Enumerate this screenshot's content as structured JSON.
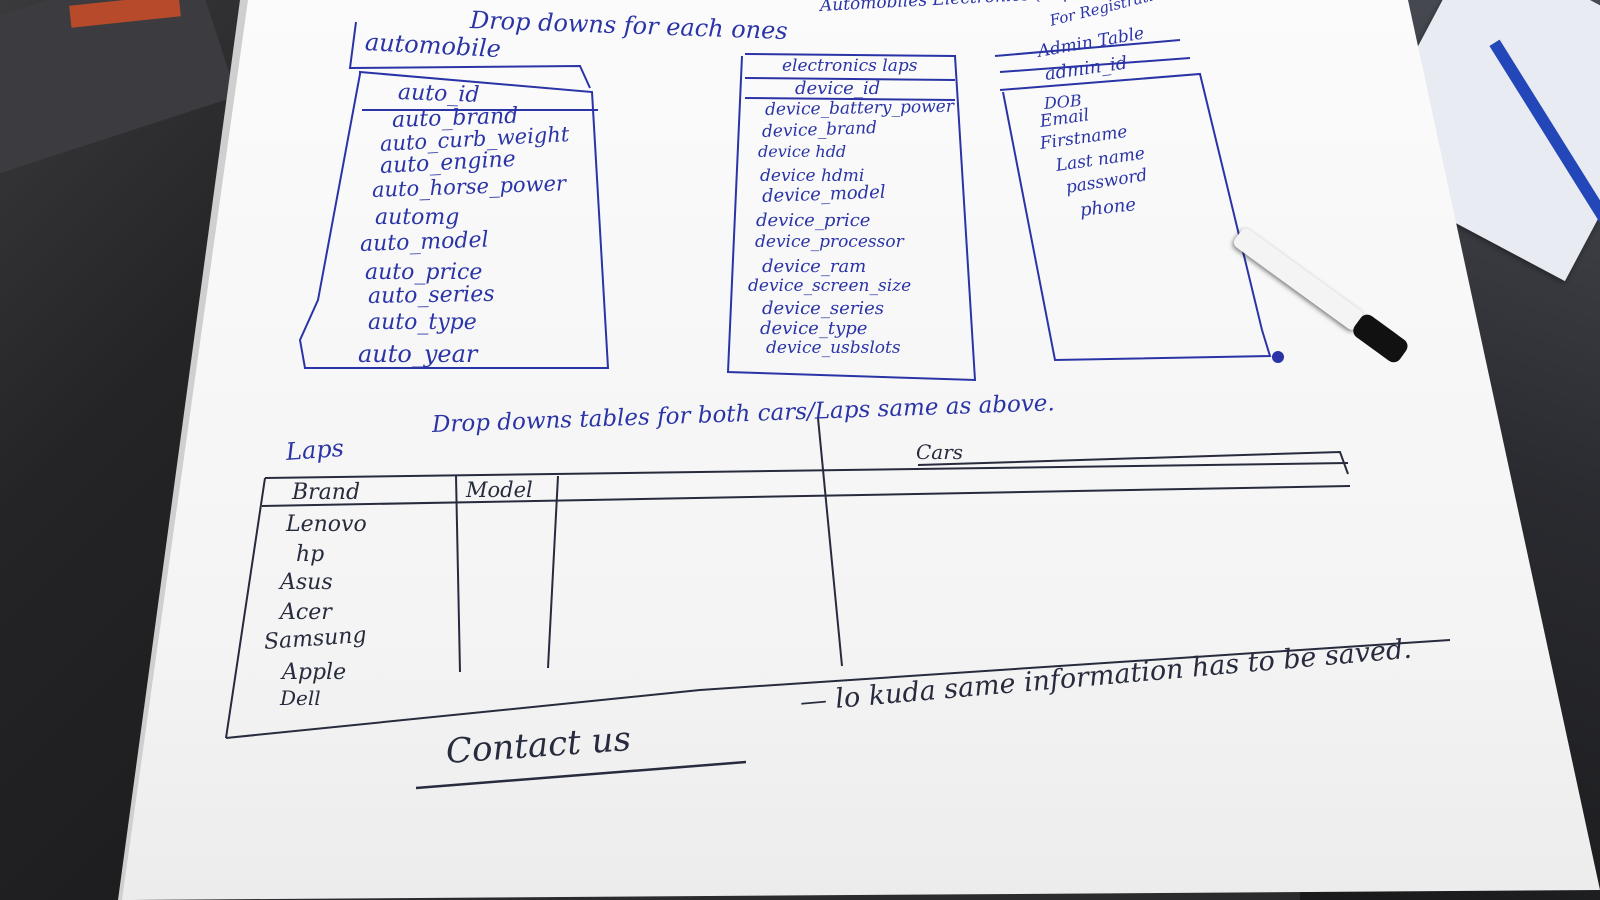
{
  "sheet": {
    "header": {
      "top_note": "Automobiles Electronics (Lap)",
      "title": "Drop downs for each ones"
    },
    "automobile_table": {
      "title": "automobile",
      "key": "auto_id",
      "fields": [
        "auto_brand",
        "auto_curb_weight",
        "auto_engine",
        "auto_horse_power",
        "automg",
        "auto_model",
        "auto_price",
        "auto_series",
        "auto_type",
        "auto_year"
      ]
    },
    "electronics_table": {
      "title": "electronics laps",
      "key": "device_id",
      "fields": [
        "device_battery_power",
        "device_brand",
        "device hdd",
        "device hdmi",
        "device_model",
        "device_price",
        "device_processor",
        "device_ram",
        "device_screen_size",
        "device_series",
        "device_type",
        "device_usbslots"
      ]
    },
    "admin_table": {
      "header": "For Registration",
      "title": "Admin Table",
      "key": "admin_id",
      "fields": [
        "DOB",
        "Email",
        "Firstname",
        "Last name",
        "password",
        "phone"
      ]
    },
    "dropdowns": {
      "laps_label": "Laps",
      "note": "Drop downs tables for both cars/Laps same as above.",
      "cars_label": "Cars",
      "columns": [
        "Brand",
        "Model"
      ],
      "brands": [
        "Lenovo",
        "hp",
        "Asus",
        "Acer",
        "Samsung",
        "Apple",
        "Dell"
      ]
    },
    "contact": {
      "label": "Contact us",
      "note": "— lo kuda same information has to be saved."
    }
  },
  "colors": {
    "blue_ink": "#2a34a6",
    "black_ink": "#272b3d",
    "paper": "#f7f7f7",
    "desk": "#2b2b2d"
  }
}
